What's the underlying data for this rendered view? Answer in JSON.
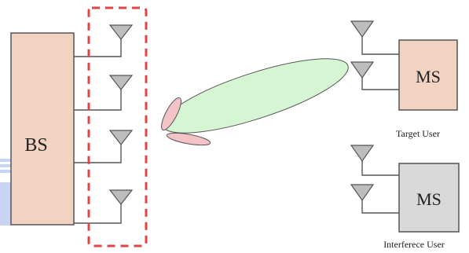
{
  "diagram": {
    "bs": {
      "label": "BS",
      "fill": "#f2d3c2",
      "stroke": "#555555"
    },
    "target_ms": {
      "label": "MS",
      "fill": "#f2d3c2",
      "stroke": "#555555",
      "caption": "Target User"
    },
    "interference_ms": {
      "label": "MS",
      "fill": "#d9d9d9",
      "stroke": "#555555",
      "caption": "Interferece  User"
    },
    "antenna_array": {
      "count": 4,
      "frame_color": "#e04444",
      "frame_style": "dashed"
    },
    "beam": {
      "main_lobe_color": "#d6f5d3",
      "side_lobe_color": "#f3c3c6"
    },
    "watermark_color": "#c9d4f2"
  }
}
